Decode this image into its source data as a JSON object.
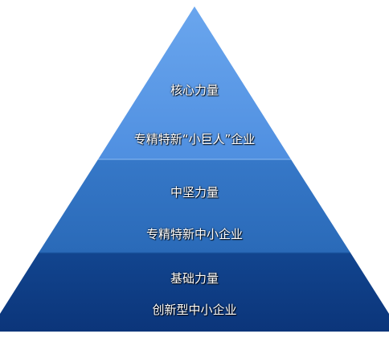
{
  "tiers": {
    "top": {
      "title": "核心力量",
      "subtitle": "专精特新“小巨人”企业",
      "color": "#4f8fe0"
    },
    "middle": {
      "title": "中坚力量",
      "subtitle": "专精特新中小企业",
      "color": "#2a6ab8"
    },
    "bottom": {
      "title": "基础力量",
      "subtitle": "创新型中小企业",
      "color": "#0d3a82"
    }
  }
}
